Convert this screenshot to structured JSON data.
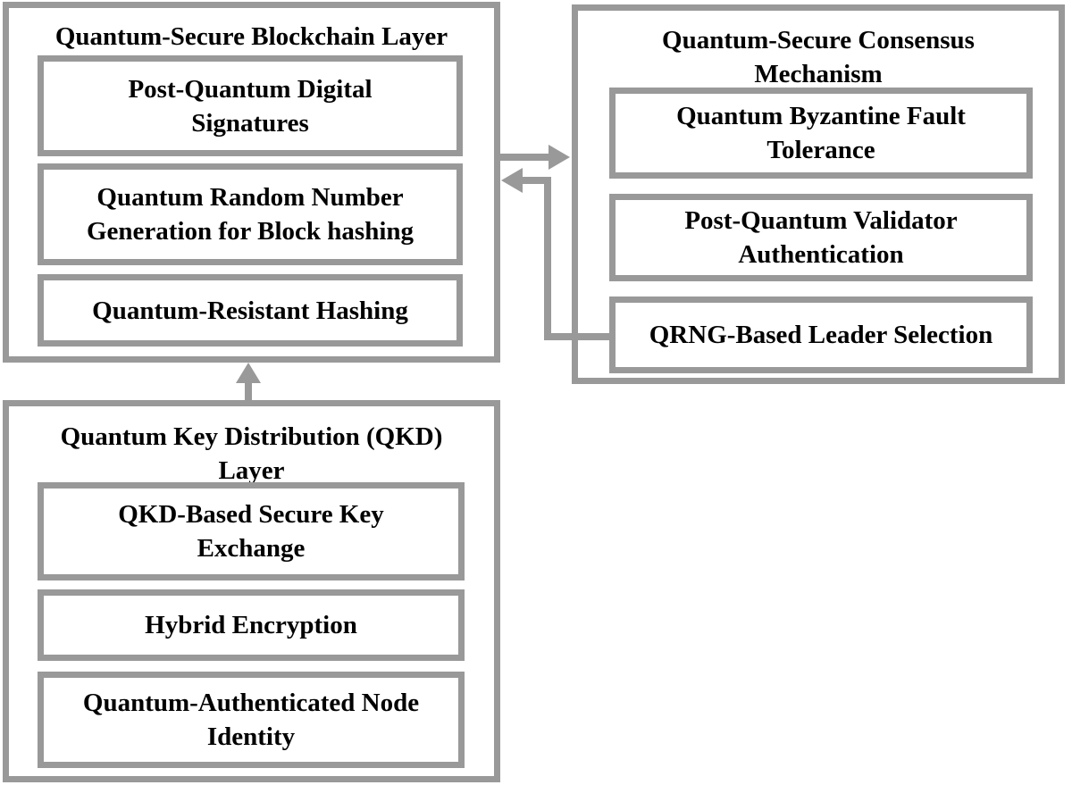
{
  "diagram": {
    "background_color": "#ffffff",
    "border_color": "#999999",
    "text_color": "#000000",
    "blocks": {
      "blockchain": {
        "title": "Quantum-Secure Blockchain Layer",
        "items": [
          "Post-Quantum Digital Signatures",
          "Quantum Random Number Generation for Block hashing",
          "Quantum-Resistant Hashing"
        ]
      },
      "consensus": {
        "title": "Quantum-Secure Consensus Mechanism",
        "items": [
          "Quantum Byzantine Fault Tolerance",
          "Post-Quantum Validator Authentication",
          "QRNG-Based Leader Selection"
        ]
      },
      "qkd": {
        "title": "Quantum Key Distribution (QKD) Layer",
        "items": [
          "QKD-Based Secure Key Exchange",
          "Hybrid Encryption",
          "Quantum-Authenticated Node Identity"
        ]
      }
    },
    "arrows": [
      {
        "name": "blockchain-to-consensus",
        "from": "Quantum-Secure Blockchain Layer",
        "to": "Quantum-Secure Consensus Mechanism",
        "direction": "right"
      },
      {
        "name": "leader-selection-to-blockchain",
        "from": "QRNG-Based Leader Selection",
        "to": "Quantum-Secure Blockchain Layer",
        "direction": "left"
      },
      {
        "name": "qkd-to-blockchain",
        "from": "Quantum Key Distribution (QKD) Layer",
        "to": "Quantum-Secure Blockchain Layer",
        "direction": "up"
      }
    ]
  }
}
